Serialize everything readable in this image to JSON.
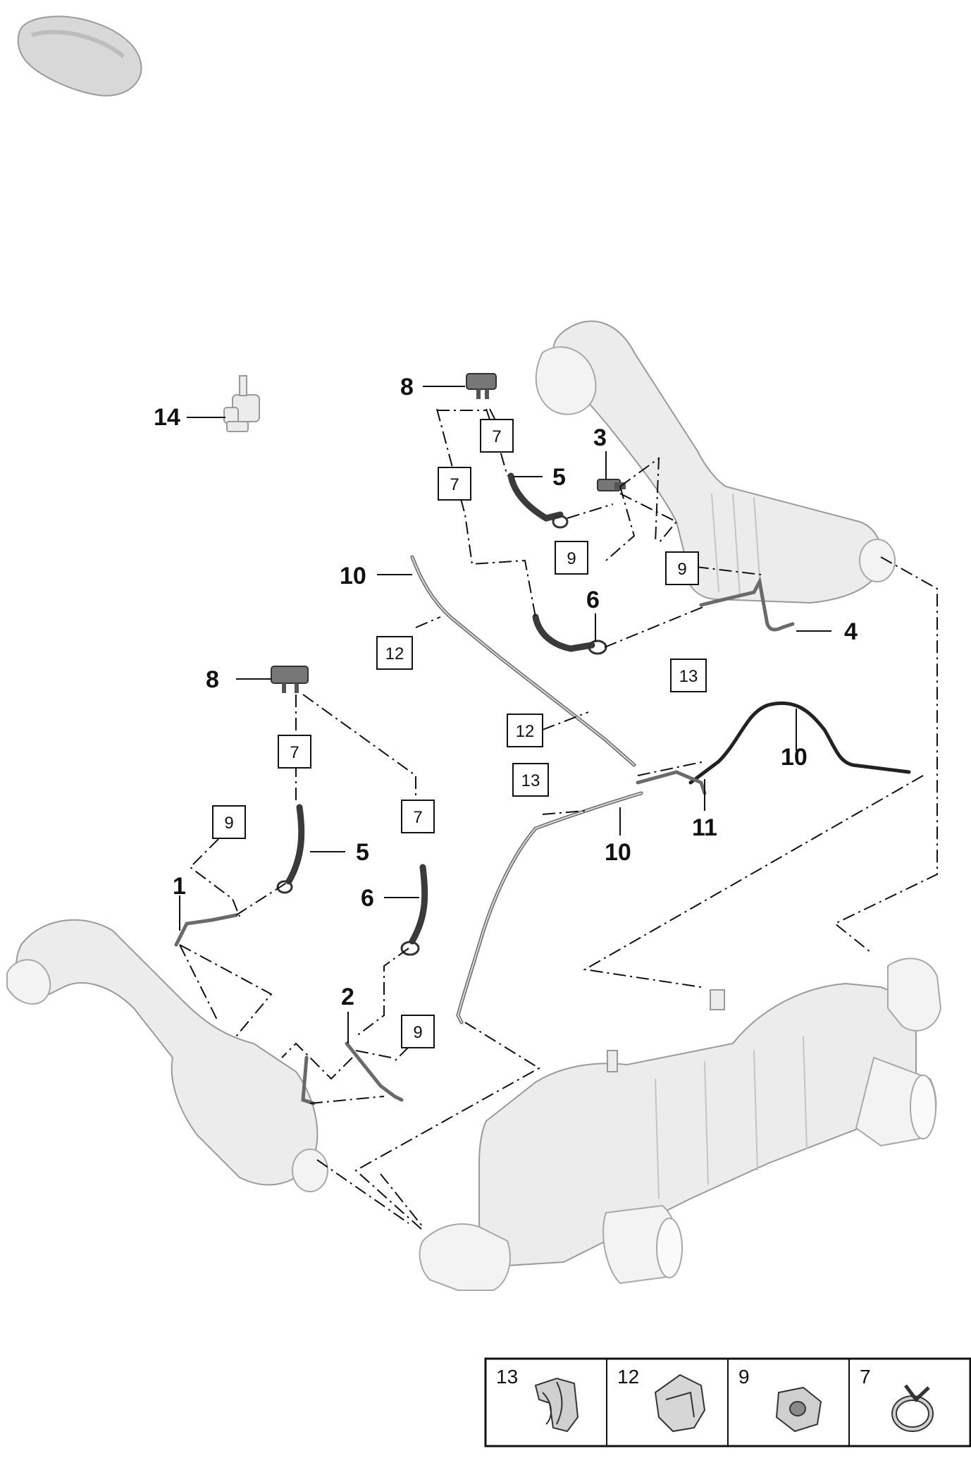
{
  "callouts": [
    {
      "id": "c1",
      "text": "1"
    },
    {
      "id": "c2",
      "text": "2"
    },
    {
      "id": "c3",
      "text": "3"
    },
    {
      "id": "c4",
      "text": "4"
    },
    {
      "id": "c5a",
      "text": "5"
    },
    {
      "id": "c5b",
      "text": "5"
    },
    {
      "id": "c6a",
      "text": "6"
    },
    {
      "id": "c6b",
      "text": "6"
    },
    {
      "id": "c8a",
      "text": "8"
    },
    {
      "id": "c8b",
      "text": "8"
    },
    {
      "id": "c10a",
      "text": "10"
    },
    {
      "id": "c10b",
      "text": "10"
    },
    {
      "id": "c10c",
      "text": "10"
    },
    {
      "id": "c11",
      "text": "11"
    },
    {
      "id": "c14",
      "text": "14"
    }
  ],
  "boxed_refs": [
    {
      "id": "b7a",
      "text": "7"
    },
    {
      "id": "b7b",
      "text": "7"
    },
    {
      "id": "b7c",
      "text": "7"
    },
    {
      "id": "b7d",
      "text": "7"
    },
    {
      "id": "b9a",
      "text": "9"
    },
    {
      "id": "b9b",
      "text": "9"
    },
    {
      "id": "b9c",
      "text": "9"
    },
    {
      "id": "b9d",
      "text": "9"
    },
    {
      "id": "b12a",
      "text": "12"
    },
    {
      "id": "b12b",
      "text": "12"
    },
    {
      "id": "b13a",
      "text": "13"
    },
    {
      "id": "b13b",
      "text": "13"
    }
  ],
  "legend": [
    {
      "number": "13",
      "icon": "clip-icon"
    },
    {
      "number": "12",
      "icon": "holder-clip-icon"
    },
    {
      "number": "9",
      "icon": "hex-nut-icon"
    },
    {
      "number": "7",
      "icon": "hose-clamp-icon"
    }
  ]
}
